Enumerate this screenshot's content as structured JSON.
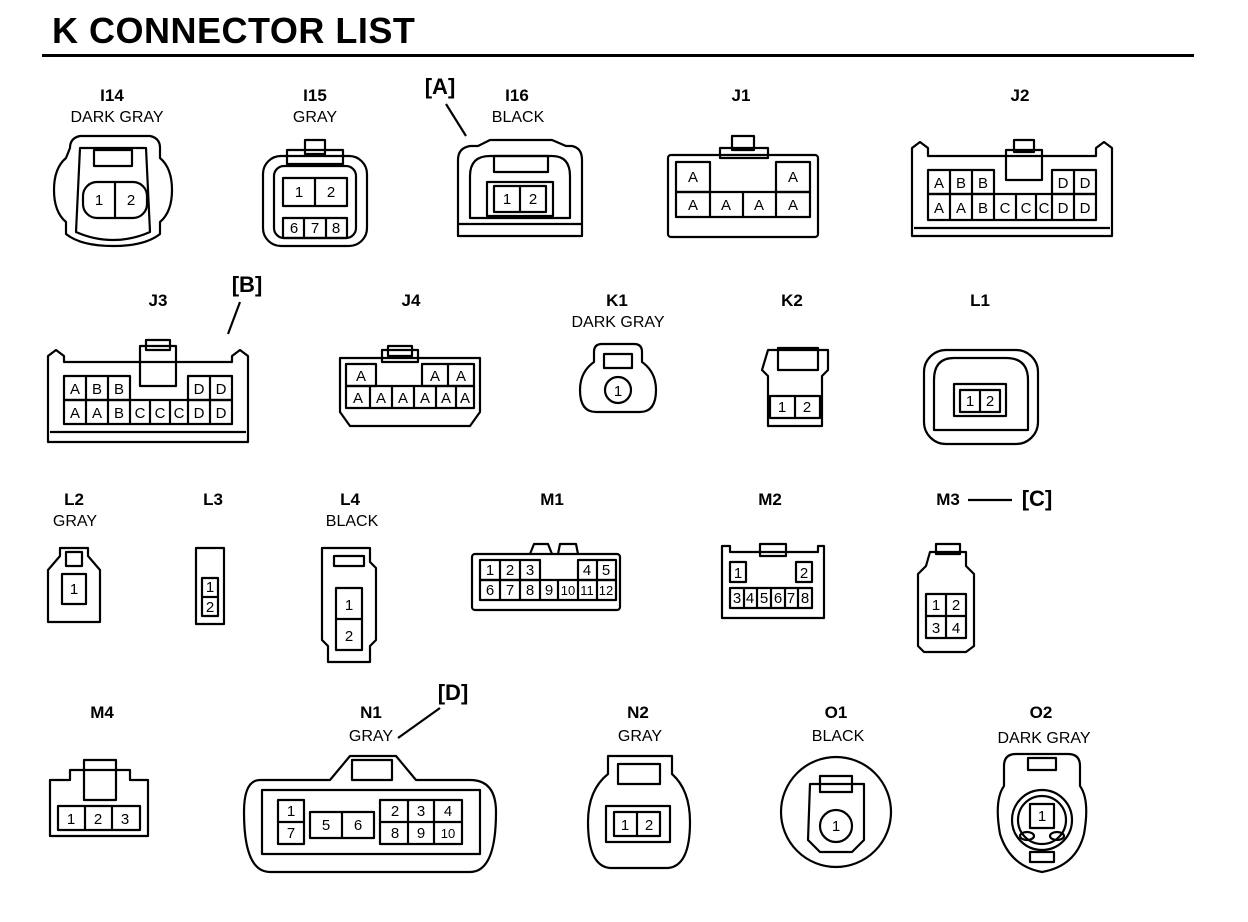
{
  "title": "K  CONNECTOR LIST",
  "refs": {
    "a": "[A]",
    "b": "[B]",
    "c": "[C]",
    "d": "[D]"
  },
  "connectors": {
    "i14": {
      "id": "I14",
      "color": "DARK GRAY",
      "pins": [
        "1",
        "2"
      ]
    },
    "i15": {
      "id": "I15",
      "color": "GRAY",
      "pins": [
        "1",
        "2",
        "6",
        "7",
        "8"
      ]
    },
    "i16": {
      "id": "I16",
      "color": "BLACK",
      "pins": [
        "1",
        "2"
      ]
    },
    "j1": {
      "id": "J1",
      "pins": [
        "A",
        "A",
        "A",
        "A",
        "A",
        "A"
      ]
    },
    "j2": {
      "id": "J2",
      "pins": [
        "A",
        "B",
        "B",
        "D",
        "D",
        "A",
        "A",
        "B",
        "C",
        "C",
        "C",
        "D",
        "D"
      ]
    },
    "j3": {
      "id": "J3",
      "pins": [
        "A",
        "B",
        "B",
        "D",
        "D",
        "A",
        "A",
        "B",
        "C",
        "C",
        "C",
        "D",
        "D"
      ]
    },
    "j4": {
      "id": "J4",
      "pins": [
        "A",
        "A",
        "A",
        "A",
        "A",
        "A",
        "A",
        "A",
        "A"
      ]
    },
    "k1": {
      "id": "K1",
      "color": "DARK GRAY",
      "pins": [
        "1"
      ]
    },
    "k2": {
      "id": "K2",
      "pins": [
        "1",
        "2"
      ]
    },
    "l1": {
      "id": "L1",
      "pins": [
        "1",
        "2"
      ]
    },
    "l2": {
      "id": "L2",
      "color": "GRAY",
      "pins": [
        "1"
      ]
    },
    "l3": {
      "id": "L3",
      "pins": [
        "1",
        "2"
      ]
    },
    "l4": {
      "id": "L4",
      "color": "BLACK",
      "pins": [
        "1",
        "2"
      ]
    },
    "m1": {
      "id": "M1",
      "pins": [
        "1",
        "2",
        "3",
        "4",
        "5",
        "6",
        "7",
        "8",
        "9",
        "10",
        "11",
        "12"
      ]
    },
    "m2": {
      "id": "M2",
      "pins": [
        "1",
        "2",
        "3",
        "4",
        "5",
        "6",
        "7",
        "8"
      ]
    },
    "m3": {
      "id": "M3",
      "pins": [
        "1",
        "2",
        "3",
        "4"
      ]
    },
    "m4": {
      "id": "M4",
      "pins": [
        "1",
        "2",
        "3"
      ]
    },
    "n1": {
      "id": "N1",
      "color": "GRAY",
      "pins": [
        "1",
        "2",
        "3",
        "4",
        "5",
        "6",
        "7",
        "8",
        "9",
        "10"
      ]
    },
    "n2": {
      "id": "N2",
      "color": "GRAY",
      "pins": [
        "1",
        "2"
      ]
    },
    "o1": {
      "id": "O1",
      "color": "BLACK",
      "pins": [
        "1"
      ]
    },
    "o2": {
      "id": "O2",
      "color": "DARK GRAY",
      "pins": [
        "1"
      ]
    }
  }
}
